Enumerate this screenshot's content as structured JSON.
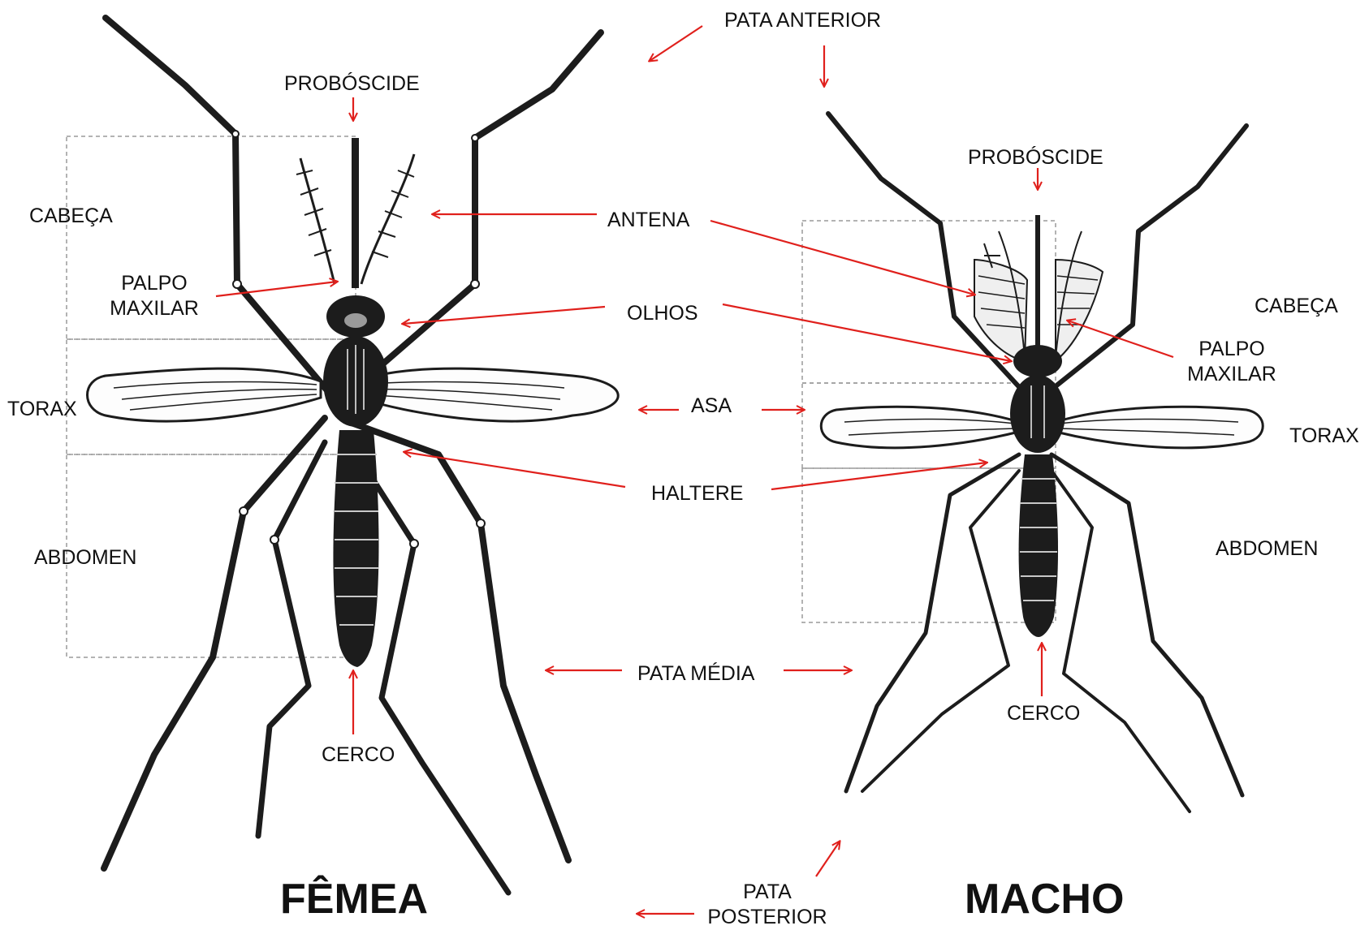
{
  "female": {
    "title": "FÊMEA",
    "labels": {
      "proboscis": "PROBÓSCIDE",
      "head": "CABEÇA",
      "palp_line1": "PALPO",
      "palp_line2": "MAXILAR",
      "thorax": "TORAX",
      "abdomen": "ABDOMEN",
      "cercus": "CERCO"
    }
  },
  "male": {
    "title": "MACHO",
    "labels": {
      "proboscis": "PROBÓSCIDE",
      "head": "CABEÇA",
      "palp_line1": "PALPO",
      "palp_line2": "MAXILAR",
      "thorax": "TORAX",
      "abdomen": "ABDOMEN",
      "cercus": "CERCO"
    }
  },
  "shared_labels": {
    "front_leg": "PATA ANTERIOR",
    "antenna": "ANTENA",
    "eyes": "OLHOS",
    "wing": "ASA",
    "haltere": "HALTERE",
    "middle_leg": "PATA MÉDIA",
    "hind_leg_line1": "PATA",
    "hind_leg_line2": "POSTERIOR"
  },
  "colors": {
    "arrow": "#e0201c",
    "insect_ink": "#1c1c1c",
    "segment_box": "#9a9a9a",
    "label_text": "#111111"
  }
}
